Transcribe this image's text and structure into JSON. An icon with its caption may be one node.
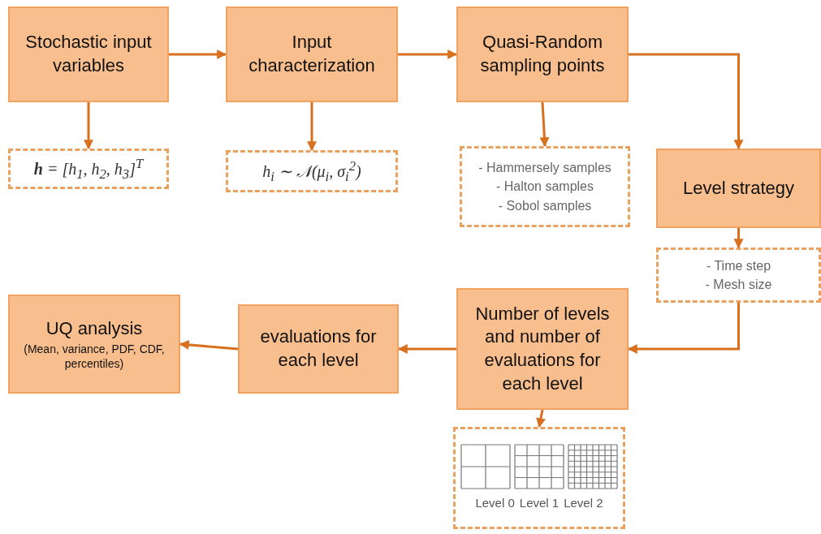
{
  "diagram": {
    "nodes": [
      {
        "text": [
          "Stochastic input variables"
        ]
      },
      {
        "text": [
          "**h** = [h$_{1}$, h$_{2}$, h$_{3}$]$^{T}$"
        ]
      },
      {
        "text": [
          "Input characterization"
        ]
      },
      {
        "text": [
          "h$_{i}$ ∼ 𝒩(μ$_{i}$, σ$_{i}$$^{2}$)"
        ]
      },
      {
        "text": [
          "Quasi-Random sampling points"
        ]
      },
      {
        "text": [
          "- Hammersely samples",
          "- Halton samples",
          "- Sobol samples"
        ]
      },
      {
        "text": [
          "Level strategy"
        ]
      },
      {
        "text": [
          "- Time step",
          "- Mesh size"
        ]
      },
      {
        "text": [
          "Number of levels and number of evaluations for each level"
        ]
      },
      {
        "text": [
          "Level 0",
          "Level 1",
          "Level 2"
        ]
      },
      {
        "text": [
          "evaluations for each level"
        ]
      },
      {
        "text": [
          "UQ analysis",
          "(Mean, variance, PDF, CDF, percentiles)"
        ]
      }
    ],
    "edges": [
      {
        "from": 0,
        "to": 2,
        "arrow": "to"
      },
      {
        "from": 2,
        "to": 4,
        "arrow": "to"
      },
      {
        "from": 4,
        "to": 6,
        "arrow": "to"
      },
      {
        "from": 0,
        "to": 1,
        "arrow": "to"
      },
      {
        "from": 2,
        "to": 3,
        "arrow": "to"
      },
      {
        "from": 4,
        "to": 5,
        "arrow": "to"
      },
      {
        "from": 6,
        "to": 7,
        "arrow": "to"
      },
      {
        "from": 7,
        "to": 8,
        "arrow": "to"
      },
      {
        "from": 8,
        "to": 9,
        "arrow": "to"
      },
      {
        "from": 8,
        "to": 10,
        "arrow": "to"
      },
      {
        "from": 10,
        "to": 11,
        "arrow": "to"
      }
    ]
  }
}
